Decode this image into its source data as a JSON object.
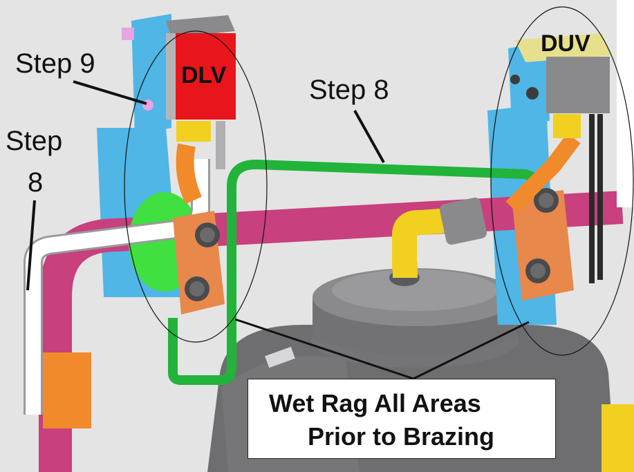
{
  "labels": {
    "step9": "Step 9",
    "step8_top": "Step 8",
    "step8_left_line1": "Step",
    "step8_left_line2": "8",
    "dlv": "DLV",
    "duv": "DUV"
  },
  "callout": {
    "line1": "Wet Rag All Areas",
    "line2": "Prior to Brazing"
  },
  "colors": {
    "background": "#e4e4e4",
    "dlv_valve": "#e8161c",
    "duv_valve": "#e6e08c",
    "bracket": "#4fb6e6",
    "green_tube": "#22b33a",
    "pink_tube": "#c8407e",
    "orange_fitting": "#f08a2a",
    "yellow_fitting": "#f2d020",
    "white_tube": "#ffffff",
    "compressor": "#6e6e70"
  }
}
